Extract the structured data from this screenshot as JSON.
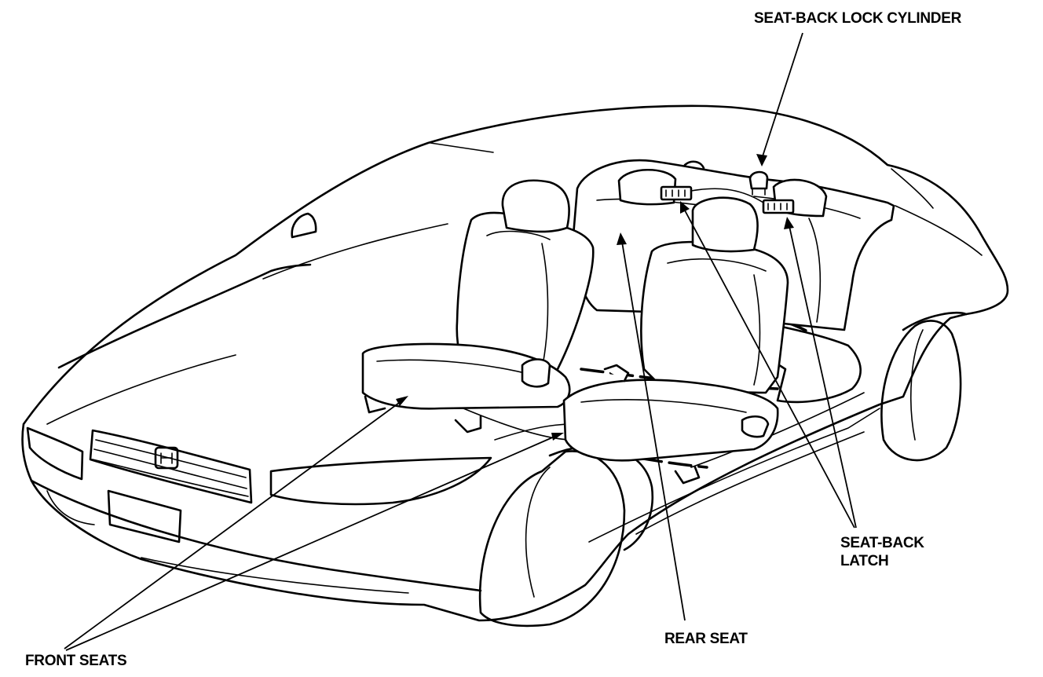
{
  "labels": {
    "seat_back_lock_cylinder": "SEAT-BACK LOCK CYLINDER",
    "seat_back_latch_line1": "SEAT-BACK",
    "seat_back_latch_line2": "LATCH",
    "rear_seat": "REAR SEAT",
    "front_seats": "FRONT SEATS"
  }
}
